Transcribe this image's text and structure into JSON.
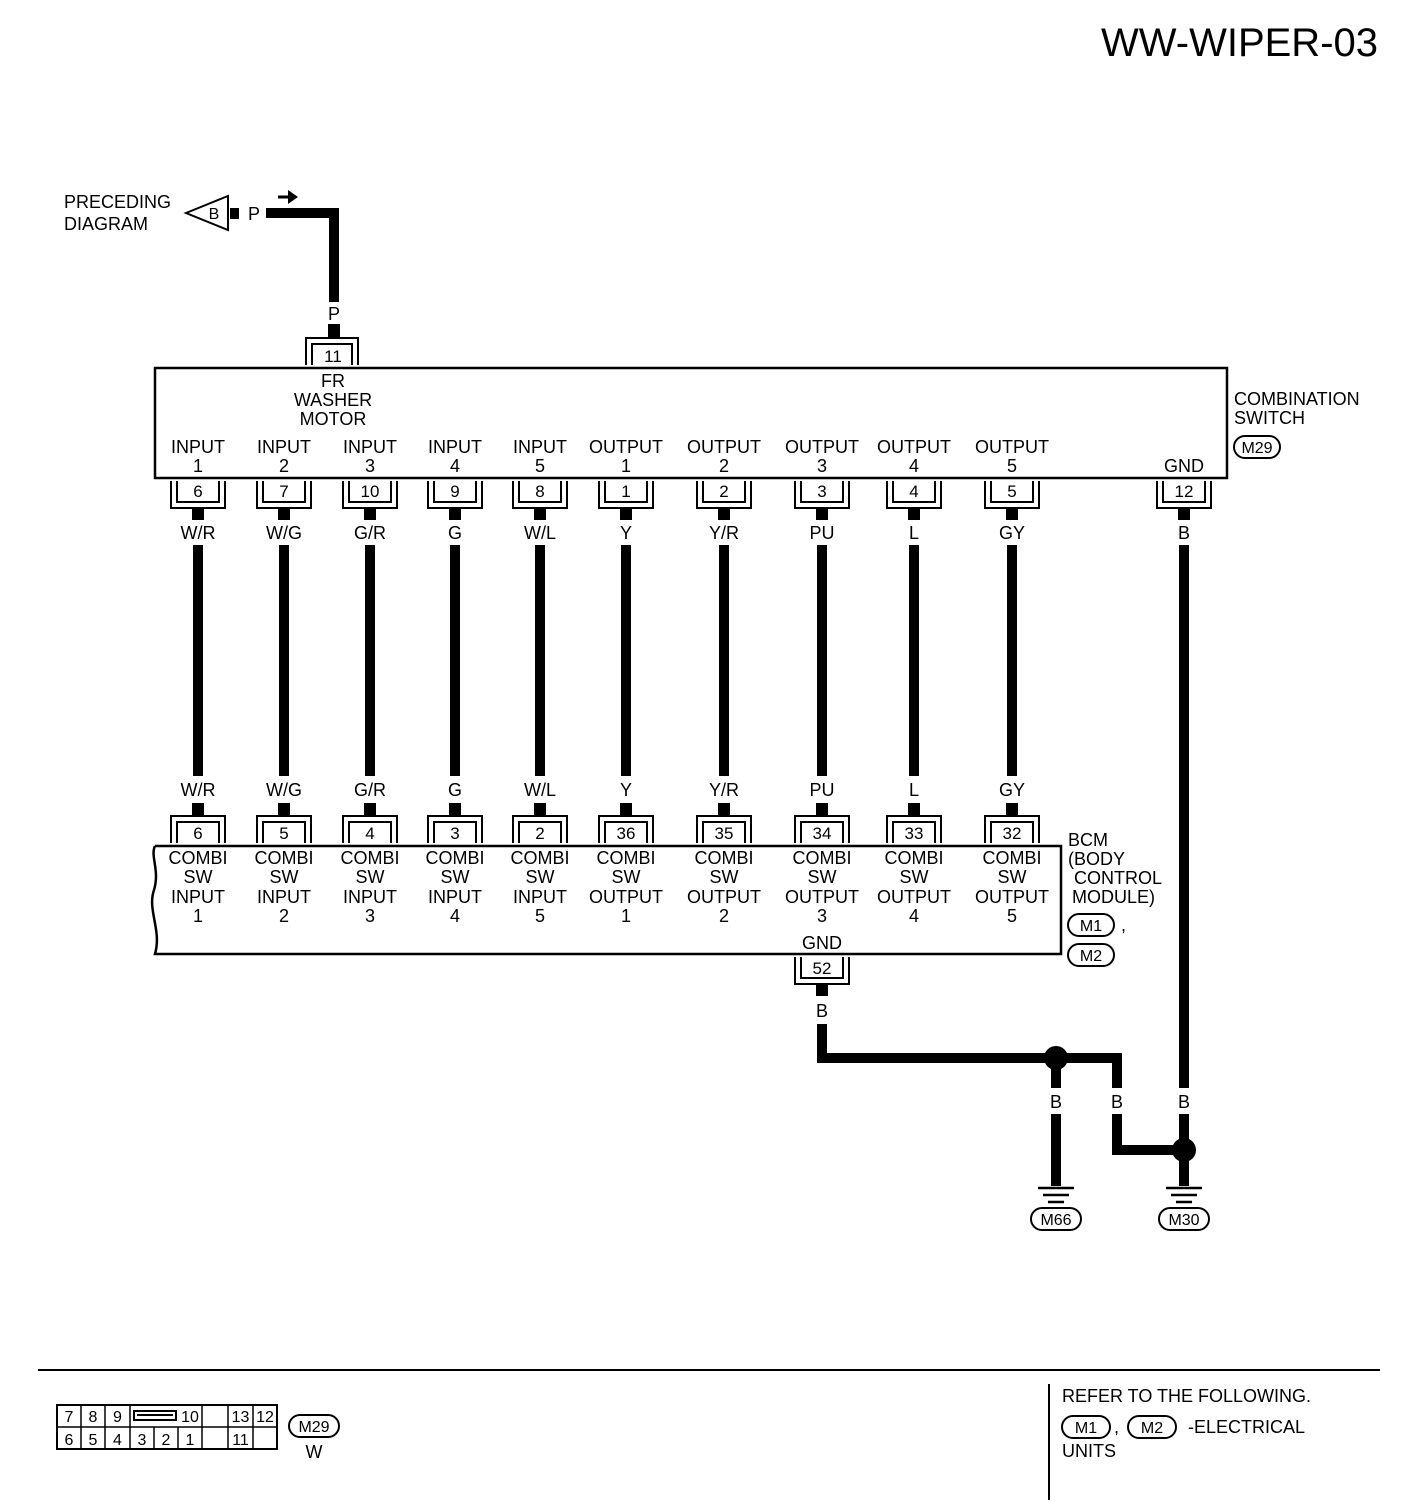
{
  "page": {
    "code": "WW-WIPER-03"
  },
  "preceding": {
    "line1": "PRECEDING",
    "line2": "DIAGRAM",
    "flag": "B",
    "wire": "P"
  },
  "combination_switch": {
    "name_line1": "COMBINATION",
    "name_line2": "SWITCH",
    "connector": "M29",
    "washer": {
      "pin": "11",
      "wire": "P",
      "lines": [
        "FR",
        "WASHER",
        "MOTOR"
      ]
    },
    "terminals": [
      {
        "l1": "INPUT",
        "l2": "1",
        "pin": "6",
        "wire": "W/R"
      },
      {
        "l1": "INPUT",
        "l2": "2",
        "pin": "7",
        "wire": "W/G"
      },
      {
        "l1": "INPUT",
        "l2": "3",
        "pin": "10",
        "wire": "G/R"
      },
      {
        "l1": "INPUT",
        "l2": "4",
        "pin": "9",
        "wire": "G"
      },
      {
        "l1": "INPUT",
        "l2": "5",
        "pin": "8",
        "wire": "W/L"
      },
      {
        "l1": "OUTPUT",
        "l2": "1",
        "pin": "1",
        "wire": "Y"
      },
      {
        "l1": "OUTPUT",
        "l2": "2",
        "pin": "2",
        "wire": "Y/R"
      },
      {
        "l1": "OUTPUT",
        "l2": "3",
        "pin": "3",
        "wire": "PU"
      },
      {
        "l1": "OUTPUT",
        "l2": "4",
        "pin": "4",
        "wire": "L"
      },
      {
        "l1": "OUTPUT",
        "l2": "5",
        "pin": "5",
        "wire": "GY"
      }
    ],
    "gnd": {
      "label": "GND",
      "pin": "12",
      "wire": "B"
    }
  },
  "bcm": {
    "name_lines": [
      "BCM",
      "(BODY",
      "CONTROL",
      "MODULE)"
    ],
    "connectors": [
      "M1",
      "M2"
    ],
    "comma": ",",
    "terminals": [
      {
        "pin": "6",
        "l1": "COMBI",
        "l2": "SW",
        "l3": "INPUT",
        "l4": "1",
        "wire": "W/R"
      },
      {
        "pin": "5",
        "l1": "COMBI",
        "l2": "SW",
        "l3": "INPUT",
        "l4": "2",
        "wire": "W/G"
      },
      {
        "pin": "4",
        "l1": "COMBI",
        "l2": "SW",
        "l3": "INPUT",
        "l4": "3",
        "wire": "G/R"
      },
      {
        "pin": "3",
        "l1": "COMBI",
        "l2": "SW",
        "l3": "INPUT",
        "l4": "4",
        "wire": "G"
      },
      {
        "pin": "2",
        "l1": "COMBI",
        "l2": "SW",
        "l3": "INPUT",
        "l4": "5",
        "wire": "W/L"
      },
      {
        "pin": "36",
        "l1": "COMBI",
        "l2": "SW",
        "l3": "OUTPUT",
        "l4": "1",
        "wire": "Y"
      },
      {
        "pin": "35",
        "l1": "COMBI",
        "l2": "SW",
        "l3": "OUTPUT",
        "l4": "2",
        "wire": "Y/R"
      },
      {
        "pin": "34",
        "l1": "COMBI",
        "l2": "SW",
        "l3": "OUTPUT",
        "l4": "3",
        "wire": "PU"
      },
      {
        "pin": "33",
        "l1": "COMBI",
        "l2": "SW",
        "l3": "OUTPUT",
        "l4": "4",
        "wire": "L"
      },
      {
        "pin": "32",
        "l1": "COMBI",
        "l2": "SW",
        "l3": "OUTPUT",
        "l4": "5",
        "wire": "GY"
      }
    ],
    "gnd": {
      "label": "GND",
      "pin": "52",
      "wire": "B"
    }
  },
  "ground_wiring": {
    "left_drop_wire": "B",
    "jumper_wire": "B",
    "right_drop_wire": "B",
    "grounds": [
      "M66",
      "M30"
    ]
  },
  "connector_view": {
    "top_row": [
      "7",
      "8",
      "9",
      "",
      "10",
      "",
      "13",
      "12"
    ],
    "bottom_row": [
      "6",
      "5",
      "4",
      "3",
      "2",
      "1",
      "",
      "11",
      ""
    ],
    "connector": "M29",
    "color": "W"
  },
  "refer": {
    "line1": "REFER TO THE FOLLOWING.",
    "connectors": [
      "M1",
      "M2"
    ],
    "comma": ",",
    "desc": "-ELECTRICAL",
    "desc2": "UNITS"
  }
}
